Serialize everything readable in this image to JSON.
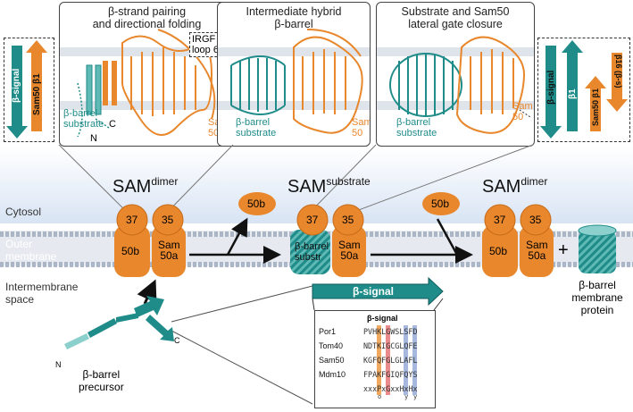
{
  "panels": [
    {
      "title_line1": "β-strand pairing",
      "title_line2": "and directional folding",
      "label_barrel": "β-barrel",
      "label_substrate": "substrate",
      "label_sam": "Sam",
      "label_sam_num": "50",
      "label_irgf": "IRGF",
      "label_loop": "loop 6",
      "label_c": "C",
      "label_n": "N"
    },
    {
      "title_line1": "Intermediate hybrid",
      "title_line2": "β-barrel",
      "label_barrel": "β-barrel",
      "label_substrate": "substrate",
      "label_sam": "Sam",
      "label_sam_num": "50"
    },
    {
      "title_line1": "Substrate and Sam50",
      "title_line2": "lateral gate closure",
      "label_barrel": "β-barrel",
      "label_substrate": "substrate",
      "label_sam": "Sam",
      "label_sam_num": "50"
    }
  ],
  "left_box": {
    "beta_signal": "β-signal",
    "sam50_b1": "Sam50 β1"
  },
  "right_box": {
    "beta_signal": "β-signal",
    "b1": "β1",
    "sam50_b1": "Sam50 β1",
    "b16": "β16 (β-s)"
  },
  "states": [
    {
      "name": "SAM",
      "sup": "dimer"
    },
    {
      "name": "SAM",
      "sup": "substrate"
    },
    {
      "name": "SAM",
      "sup": "dimer"
    }
  ],
  "compartments": {
    "cytosol": "Cytosol",
    "outer1": "Outer",
    "outer2": "membrane",
    "ims1": "Intermembrane",
    "ims2": "space"
  },
  "subunits": {
    "s37": "37",
    "s35": "35",
    "s50b": "50b",
    "sam": "Sam",
    "s50a": "50a",
    "barrel_l1": "β-barrel",
    "barrel_l2": "substr",
    "free_50b_1": "50b",
    "free_50b_2": "50b"
  },
  "plus": "+",
  "product": {
    "l1": "β-barrel",
    "l2": "membrane",
    "l3": "protein"
  },
  "precursor": {
    "l1": "β-barrel",
    "l2": "precursor",
    "n": "N",
    "c": "C"
  },
  "signal_arrow_label": "β-signal",
  "inset": {
    "title": "β-signal",
    "rows": [
      {
        "name": "Por1",
        "seq": "PVHKLGWSLSFD"
      },
      {
        "name": "Tom40",
        "seq": "NDTKIGCGLQFE"
      },
      {
        "name": "Sam50",
        "seq": "KGFQFGLGLAFL"
      },
      {
        "name": "Mdm10",
        "seq": "FPAKFGIQFQYS"
      }
    ],
    "consensus": "xxxPxGxxHxHx",
    "sub1": "o",
    "sub2": "y",
    "sub3": "y"
  },
  "colors": {
    "teal": "#1f8c8a",
    "orange": "#e8872c",
    "membrane": "#b9c4d3",
    "cytosol": "#dde7f5"
  }
}
